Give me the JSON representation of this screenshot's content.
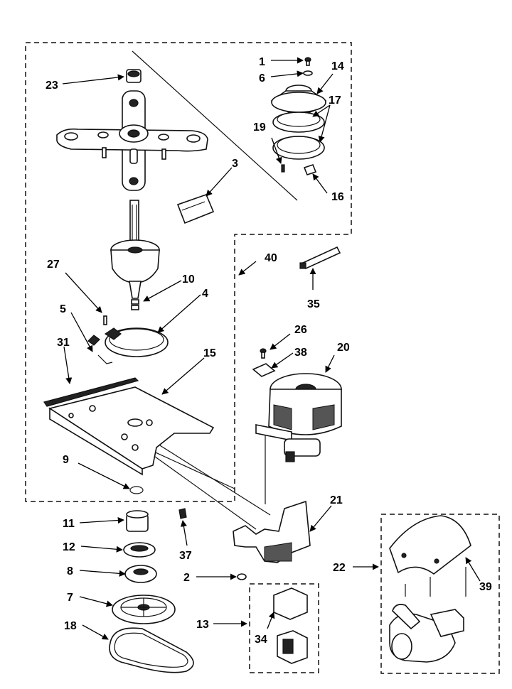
{
  "callouts": {
    "c1": "1",
    "c2": "2",
    "c3": "3",
    "c4": "4",
    "c5": "5",
    "c6": "6",
    "c7": "7",
    "c8": "8",
    "c9": "9",
    "c10": "10",
    "c11": "11",
    "c12": "12",
    "c13": "13",
    "c14": "14",
    "c15": "15",
    "c16": "16",
    "c17": "17",
    "c18": "18",
    "c19": "19",
    "c20": "20",
    "c21": "21",
    "c22": "22",
    "c23": "23",
    "c26": "26",
    "c27": "27",
    "c31": "31",
    "c34": "34",
    "c35": "35",
    "c37": "37",
    "c38": "38",
    "c39": "39",
    "c40": "40"
  }
}
